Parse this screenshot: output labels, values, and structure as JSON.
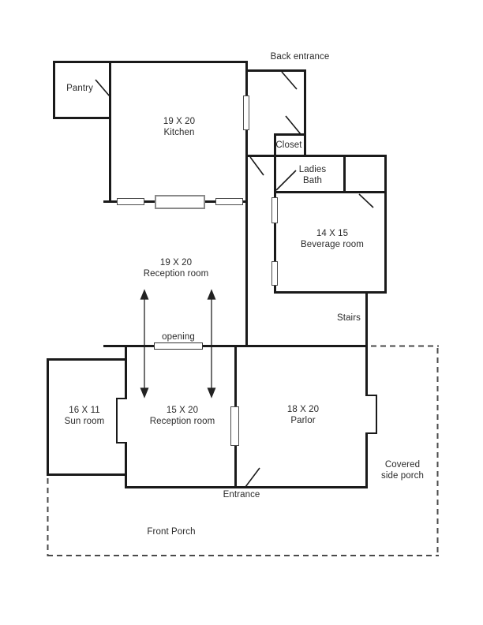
{
  "document": {
    "type": "floor-plan",
    "background": "#ffffff"
  },
  "rooms": {
    "pantry": {
      "name": "Pantry"
    },
    "kitchen": {
      "dimensions": "19 X 20",
      "name": "Kitchen"
    },
    "closet": {
      "name": "Closet"
    },
    "ladies_bath": {
      "name_line1": "Ladies",
      "name_line2": "Bath"
    },
    "beverage_room": {
      "dimensions": "14 X 15",
      "name": "Beverage room"
    },
    "reception_upper": {
      "dimensions": "19 X 20",
      "name": "Reception room"
    },
    "reception_lower": {
      "dimensions": "15 X 20",
      "name": "Reception room"
    },
    "sun_room": {
      "dimensions": "16 X 11",
      "name": "Sun room"
    },
    "parlor": {
      "dimensions": "18 X 20",
      "name": "Parlor"
    },
    "front_porch": {
      "name": "Front Porch"
    },
    "covered_side_porch": {
      "name_line1": "Covered",
      "name_line2": "side porch"
    }
  },
  "annotations": {
    "back_entrance": "Back entrance",
    "entrance": "Entrance",
    "stairs": "Stairs",
    "opening": "opening"
  },
  "symbols": {
    "window": "white rectangle on wall",
    "door": "diagonal swing line",
    "flow_arrows": "double-headed vertical arrows through opening",
    "porch_boundary": "dashed line"
  },
  "colors": {
    "wall": "#1a1a1a",
    "window_border": "#4a4a4a",
    "buffet_border": "#8a8a8a",
    "dashed_line": "#4a4a4a",
    "text": "#2a2a2a",
    "background": "#ffffff"
  }
}
